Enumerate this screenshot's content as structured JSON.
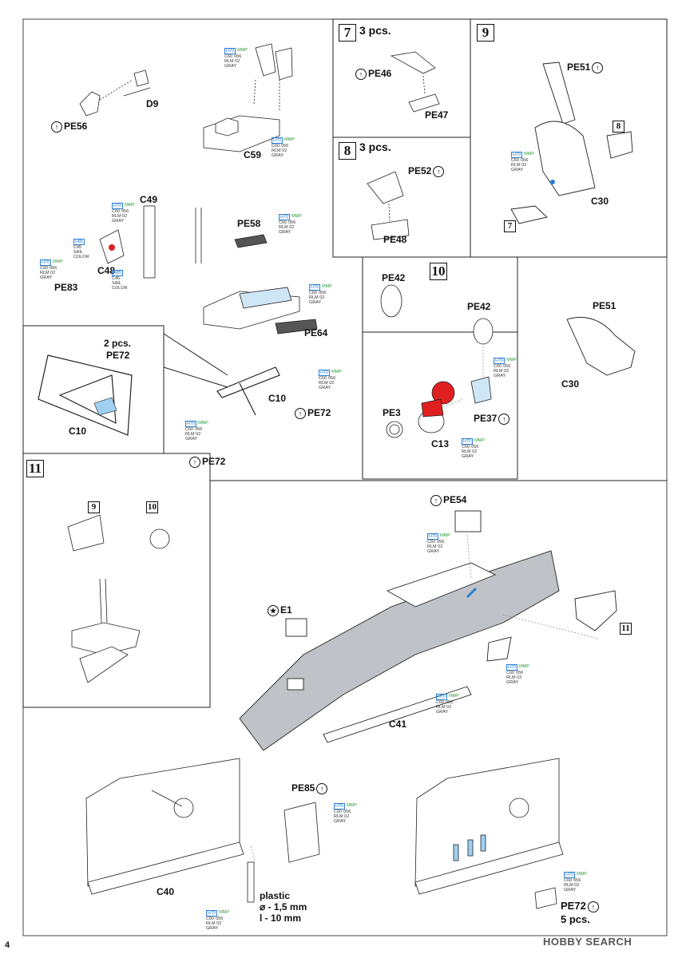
{
  "steps": {
    "s7": {
      "num": "7",
      "pcs": "3 pcs."
    },
    "s8": {
      "num": "8",
      "pcs": "3 pcs."
    },
    "s9": {
      "num": "9"
    },
    "s10": {
      "num": "10"
    },
    "s11": {
      "num": "11"
    }
  },
  "refs": {
    "r8": "8",
    "r7": "7",
    "r9": "9",
    "r10": "10",
    "r11": "11"
  },
  "parts": {
    "pe56": "PE56",
    "d9": "D9",
    "c59": "C59",
    "pe46": "PE46",
    "pe47": "PE47",
    "pe51a": "PE51",
    "c30a": "C30",
    "pe52": "PE52",
    "pe48": "PE48",
    "c49": "C49",
    "c48": "C48",
    "pe83": "PE83",
    "pe58": "PE58",
    "pe64": "PE64",
    "pe42a": "PE42",
    "pe42b": "PE42",
    "pe51b": "PE51",
    "c30b": "C30",
    "pe72pcs": "2 pcs.",
    "pe72a": "PE72",
    "c10a": "C10",
    "c10b": "C10",
    "pe72b": "PE72",
    "pe72c": "PE72",
    "pe3": "PE3",
    "pe37": "PE37",
    "c13": "C13",
    "pe54": "PE54",
    "e1": "E1",
    "c41": "C41",
    "pe85": "PE85",
    "c40": "C40",
    "pe72d": "PE72",
    "pe72dpcs": "5 pcs."
  },
  "paint": {
    "h70": "H70",
    "mmp": "MMP",
    "c60": "C60",
    "n056": "056",
    "rlm": "RLM 02",
    "gray": "GRAY",
    "h85": "H85",
    "c45": "C45",
    "sail": "SAIL COLOR"
  },
  "plastic": {
    "title": "plastic",
    "dia": "⌀ - 1,5 mm",
    "len": "l - 10 mm"
  },
  "footer": {
    "page": "4",
    "brand": "HOBBY SEARCH"
  }
}
